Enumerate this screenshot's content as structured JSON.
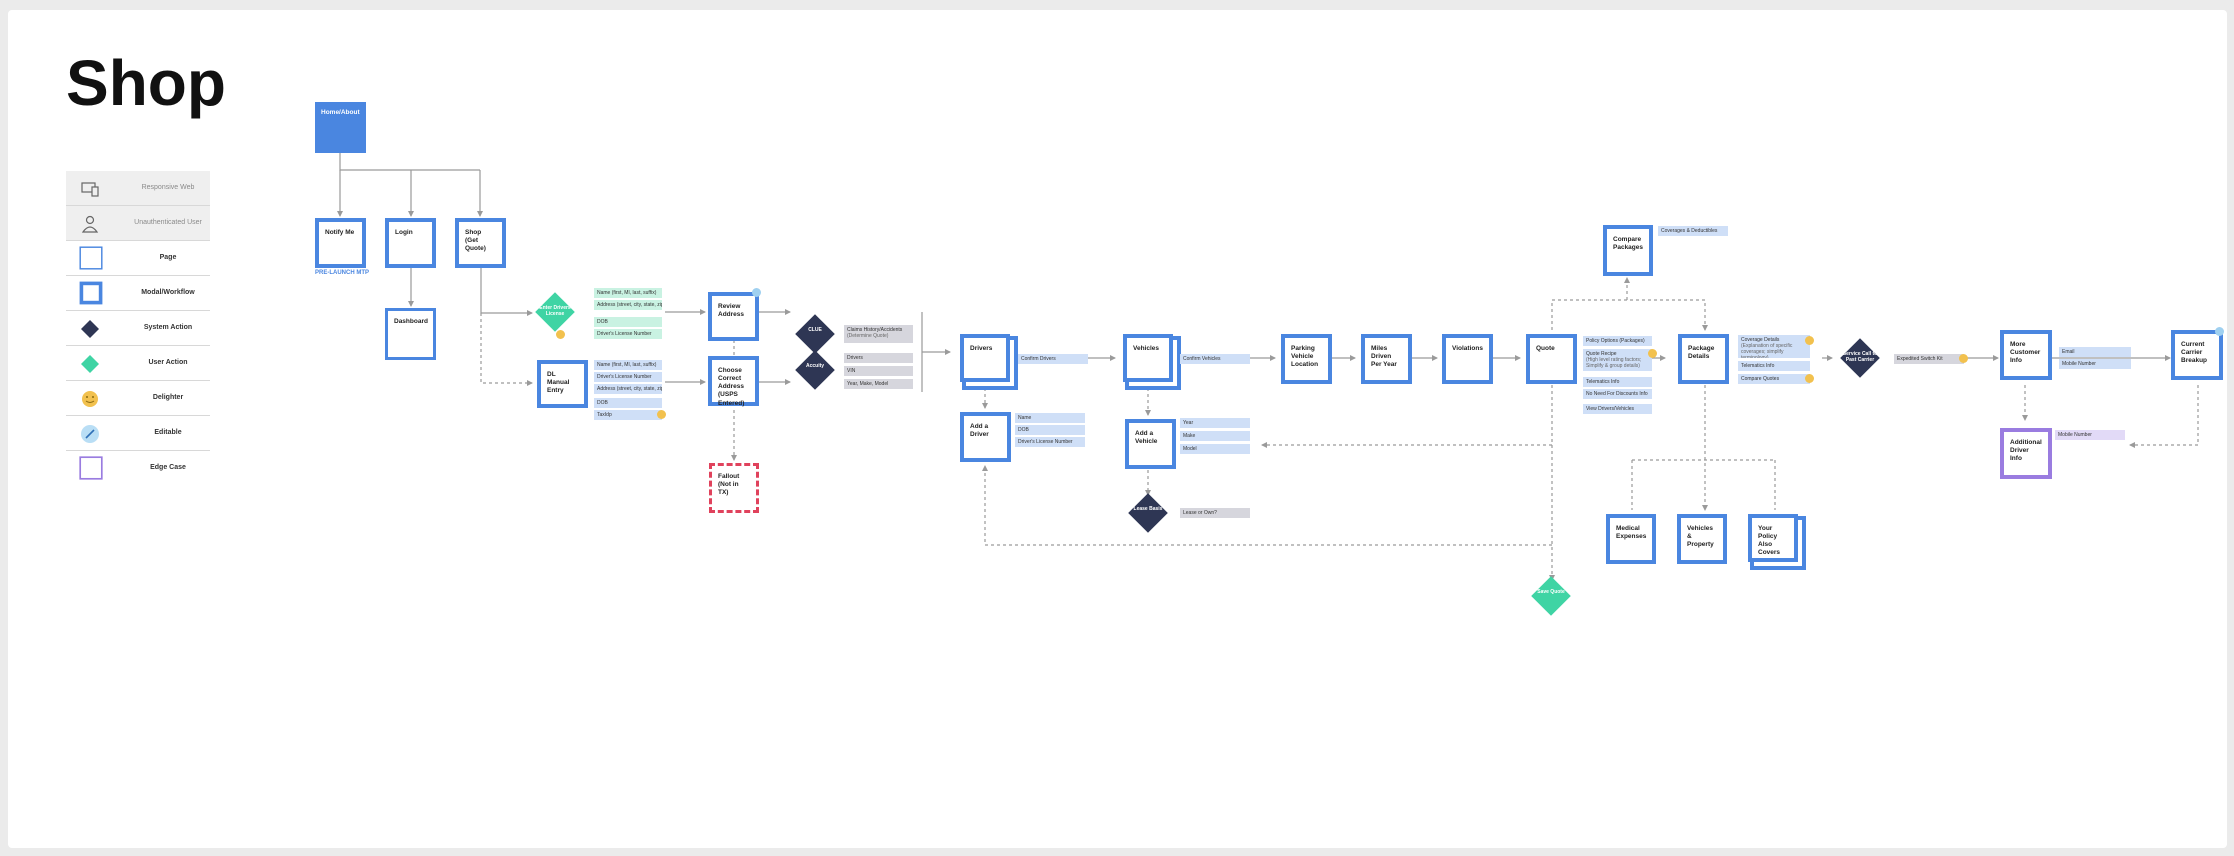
{
  "title": "Shop",
  "legend": [
    {
      "label": "Responsive Web",
      "icon": "monitor-phone-icon"
    },
    {
      "label": "Unauthenticated User",
      "icon": "user-icon"
    },
    {
      "label": "Page",
      "icon": "page-square-icon"
    },
    {
      "label": "Modal/Workflow",
      "icon": "modal-square-icon"
    },
    {
      "label": "System Action",
      "icon": "system-diamond-icon"
    },
    {
      "label": "User Action",
      "icon": "user-diamond-icon"
    },
    {
      "label": "Delighter",
      "icon": "delighter-smiley-icon"
    },
    {
      "label": "Editable",
      "icon": "editable-pencil-icon"
    },
    {
      "label": "Edge Case",
      "icon": "edge-case-square-icon"
    }
  ],
  "nodes": {
    "home": "Home/About",
    "notify": "Notify Me",
    "notify_sub": "PRE-LAUNCH MTP",
    "login": "Login",
    "shop": "Shop (Get Quote)",
    "dashboard": "Dashboard",
    "enter_drivers": "Enter Drivers License",
    "dl_manual": "DL Manual Entry",
    "review_address": "Review Address",
    "choose_address": "Choose Correct Address (USPS Entered)",
    "fallout": "Fallout (Not in TX)",
    "clue": "CLUE",
    "accuity": "Accuity",
    "drivers": "Drivers",
    "add_driver": "Add a Driver",
    "vehicles": "Vehicles",
    "add_vehicle": "Add a Vehicle",
    "lease": "Lease Basis",
    "parking": "Parking Vehicle Location",
    "miles": "Miles Driven Per Year",
    "violations": "Violations",
    "quote": "Quote",
    "save_quote": "Save Quote",
    "compare_packages": "Compare Packages",
    "package_details": "Package Details",
    "medical": "Medical Expenses",
    "vehicles_property": "Vehicles & Property",
    "your_policy": "Your Policy Also Covers",
    "service_call": "Service Call to Past Carrier",
    "more_customer": "More Customer Info",
    "additional_driver": "Additional Driver Info",
    "current_carrier": "Current Carrier Breakup"
  },
  "notes": {
    "dl_scan": [
      "Name (first, MI, last, suffix)",
      "Address (street, city, state, zip)",
      "DOB",
      "Driver's License Number"
    ],
    "dl_manual": [
      "Name (first, MI, last, suffix)",
      "Driver's License Number",
      "Address (street, city, state, zip)",
      "DOB",
      "TaxIdp"
    ],
    "clue_notes": [
      "Claims History/Accidents",
      "(Determine Quote)"
    ],
    "accuity_notes": [
      "Drivers",
      "VIN",
      "Year, Make, Model"
    ],
    "confirm_drivers": "Confirm Drivers",
    "add_driver_notes": [
      "Name",
      "DOB",
      "Driver's License Number"
    ],
    "confirm_vehicles": "Confirm Vehicles",
    "add_vehicle_notes": [
      "Year",
      "Make",
      "Model"
    ],
    "lease_note": "Lease or Own?",
    "quote_notes": [
      "Policy Options (Packages)",
      "Quote Recipe",
      "(High level rating factors; Simplify & group details)",
      "Telematics Info",
      "No Need For Discounts Info",
      "View Drivers/Vehicles"
    ],
    "coverages": "Coverages & Deductibles",
    "package_notes": [
      "Coverage Details",
      "(Explanation of specific coverages; simplify terminology)",
      "Telematics Info",
      "Compare Quotes"
    ],
    "expedited": "Expedited Switch Kit",
    "more_customer_notes": [
      "Email",
      "Mobile Number"
    ],
    "additional_driver_note": "Mobile Number"
  },
  "colors": {
    "page": "#4a86e0",
    "system_action": "#2e3654",
    "user_action": "#3fd4a4",
    "delighter": "#f2c14e",
    "edge_case": "#e0425c",
    "note_blue": "#cfdff7"
  }
}
